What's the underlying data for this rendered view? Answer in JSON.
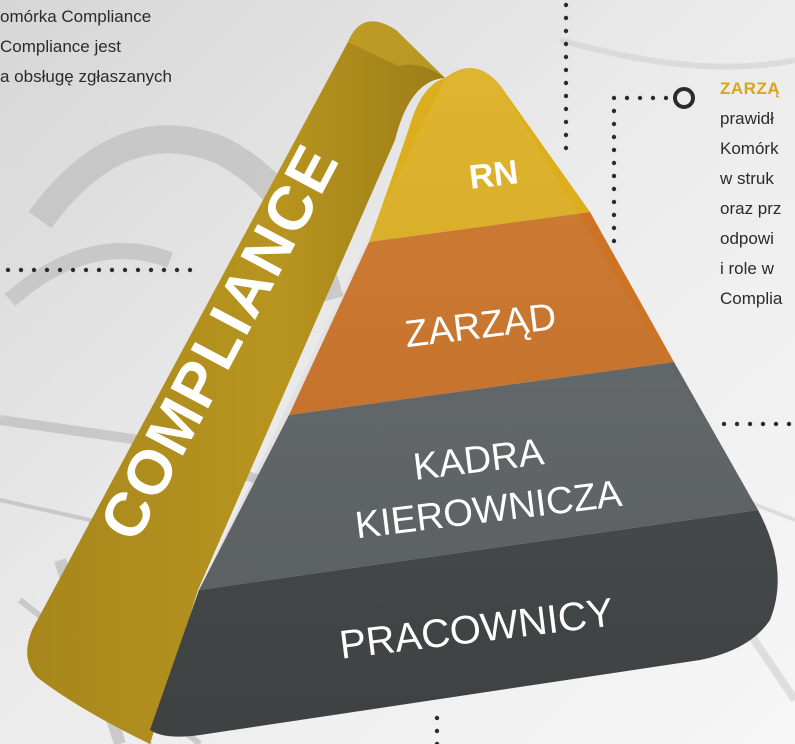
{
  "left_text": {
    "lines": [
      "omórka Compliance",
      "Compliance jest",
      "a obsługę zgłaszanych"
    ]
  },
  "right_text": {
    "heading": "ZARZĄ",
    "lines": [
      "prawidł",
      "Komórk",
      "w struk",
      "oraz prz",
      "odpowi",
      "i role w",
      "Complia"
    ]
  },
  "pyramid": {
    "side_label": "COMPLIANCE",
    "levels": [
      {
        "label": "RN"
      },
      {
        "label": "ZARZĄD"
      },
      {
        "label_line1": "KADRA",
        "label_line2": "KIEROWNICZA"
      },
      {
        "label": "PRACOWNICY"
      }
    ]
  },
  "colors": {
    "side_face": "#b08e1f",
    "rn": "#dcae1e",
    "zarzad": "#cc7326",
    "kadra": "#5f6466",
    "pracownicy": "#434748",
    "accent": "#d9a521"
  }
}
